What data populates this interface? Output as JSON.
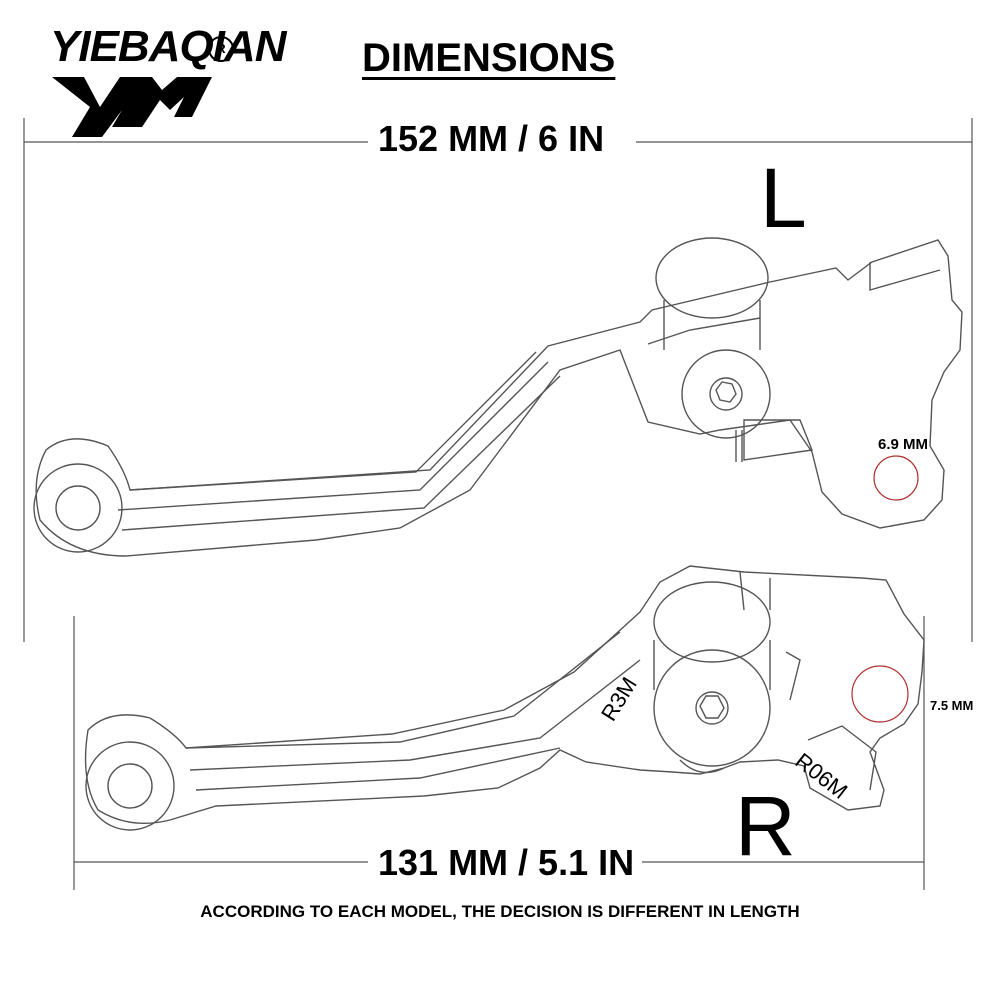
{
  "brand": {
    "name": "YIEBAQIAN",
    "registered_mark": "R"
  },
  "title": "DIMENSIONS",
  "left_lever": {
    "side_label": "L",
    "length_label": "152 MM / 6 IN",
    "hole_label": "6.9 MM"
  },
  "right_lever": {
    "side_label": "R",
    "length_label": "131 MM / 5.1 IN",
    "hole_label": "7.5 MM",
    "codes": [
      "R3M",
      "R06M"
    ]
  },
  "note": "ACCORDING TO EACH MODEL, THE DECISION IS DIFFERENT IN LENGTH",
  "colors": {
    "line": "#555555",
    "hole_accent": "#b03030",
    "text": "#000000"
  }
}
